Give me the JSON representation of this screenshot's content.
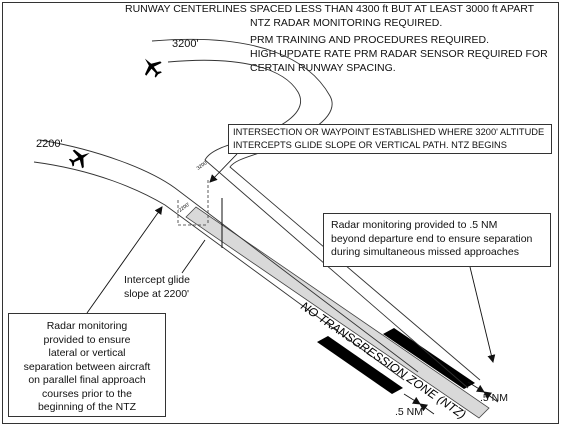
{
  "header_lines": [
    "RUNWAY CENTERLINES SPACED LESS THAN 4300 ft BUT AT LEAST 3000 ft APART",
    "NTZ RADAR MONITORING REQUIRED.",
    "PRM TRAINING AND PROCEDURES REQUIRED.",
    "HIGH UPDATE RATE PRM RADAR SENSOR REQUIRED FOR",
    "CERTAIN RUNWAY SPACING."
  ],
  "altitude_labels": {
    "upper": "3200'",
    "lower": "2200'"
  },
  "path_tags": {
    "upper": "3200'",
    "lower": "2200'"
  },
  "intersection_note": [
    "INTERSECTION OR WAYPOINT ESTABLISHED WHERE 3200' ALTITUDE",
    "INTERCEPTS GLIDE SLOPE OR VERTICAL PATH. NTZ BEGINS"
  ],
  "missed_approach_note": [
    "Radar monitoring provided to .5 NM",
    "beyond departure end to ensure separation",
    "during simultaneous missed approaches"
  ],
  "intercept_note": [
    "Intercept glide",
    "slope at 2200'"
  ],
  "lateral_note": [
    "Radar monitoring",
    "provided to ensure",
    "lateral or vertical",
    "separation between aircraft",
    "on parallel final approach",
    "courses prior to the",
    "beginning of the NTZ"
  ],
  "ntz_label": "NO TRANSGRESSION ZONE (NTZ)",
  "distance_labels": {
    "right": ".5 NM",
    "bottom": ".5 NM"
  },
  "icons": {
    "aircraft": "airplane-icon"
  }
}
